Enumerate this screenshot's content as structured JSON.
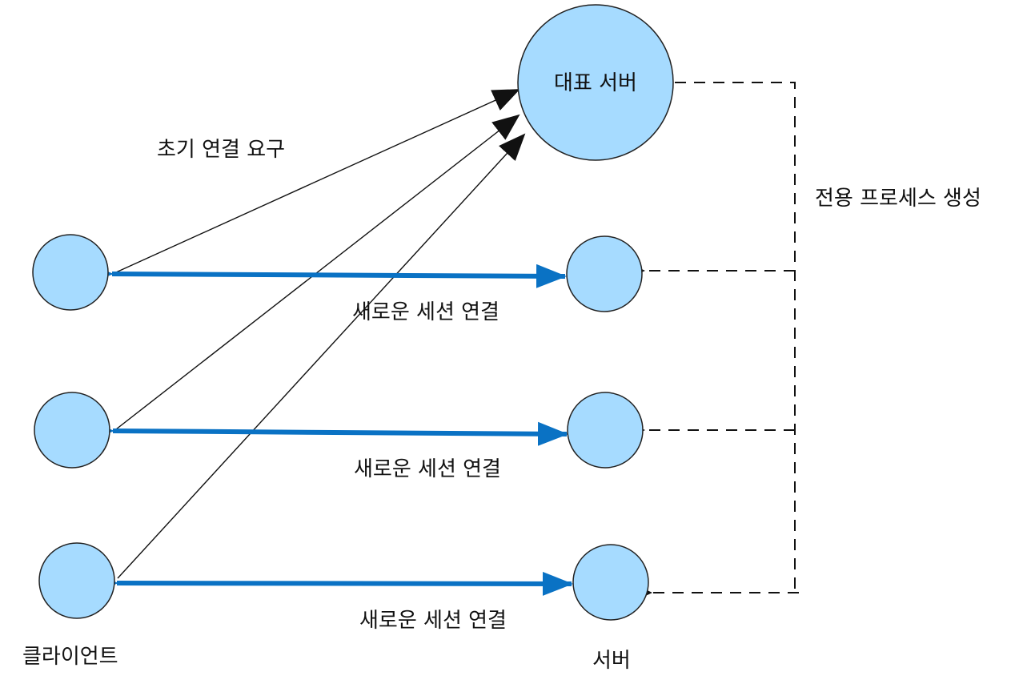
{
  "diagram": {
    "main_server": {
      "label": "대표 서버"
    },
    "labels": {
      "initial_request": "초기 연결 요구",
      "dedicated_process": "전용 프로세스 생성",
      "client_column": "클라이언트",
      "server_column": "서버"
    },
    "sessions": [
      {
        "label": "새로운 세션 연결"
      },
      {
        "label": "새로운 세션 연결"
      },
      {
        "label": "새로운 세션 연결"
      }
    ],
    "colors": {
      "node_fill": "#a6dbff",
      "node_stroke": "#222222",
      "session_arrow": "#0a72c4",
      "request_arrow": "#111111",
      "spawn_arrow": "#111111"
    }
  }
}
